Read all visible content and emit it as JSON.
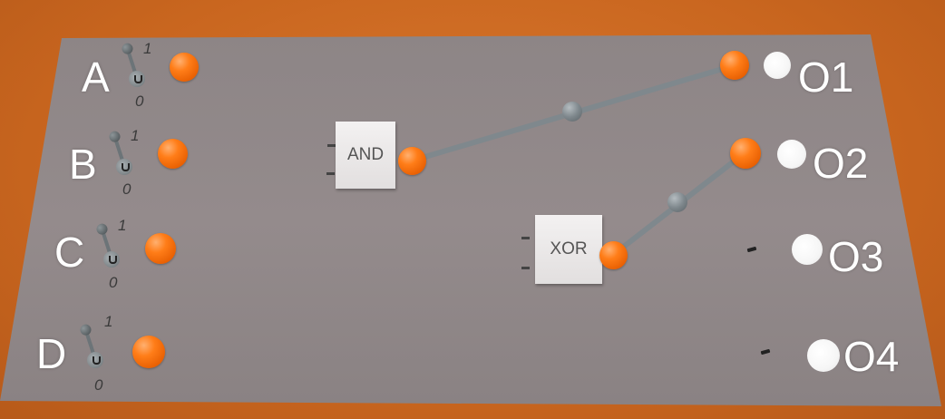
{
  "inputs": [
    {
      "id": "A",
      "label": "A",
      "high_label": "1",
      "low_label": "0"
    },
    {
      "id": "B",
      "label": "B",
      "high_label": "1",
      "low_label": "0"
    },
    {
      "id": "C",
      "label": "C",
      "high_label": "1",
      "low_label": "0"
    },
    {
      "id": "D",
      "label": "D",
      "high_label": "1",
      "low_label": "0"
    }
  ],
  "gates": [
    {
      "id": "and",
      "label": "AND"
    },
    {
      "id": "xor",
      "label": "XOR"
    }
  ],
  "outputs": [
    {
      "id": "O1",
      "label": "O1"
    },
    {
      "id": "O2",
      "label": "O2"
    },
    {
      "id": "O3",
      "label": "O3"
    },
    {
      "id": "O4",
      "label": "O4"
    }
  ],
  "colors": {
    "background": "#c9661f",
    "board": "#8f8686",
    "connector": "#ff7d18",
    "wire": "#7f888d",
    "gate_body": "#eeeaea",
    "text": "#ffffff"
  }
}
